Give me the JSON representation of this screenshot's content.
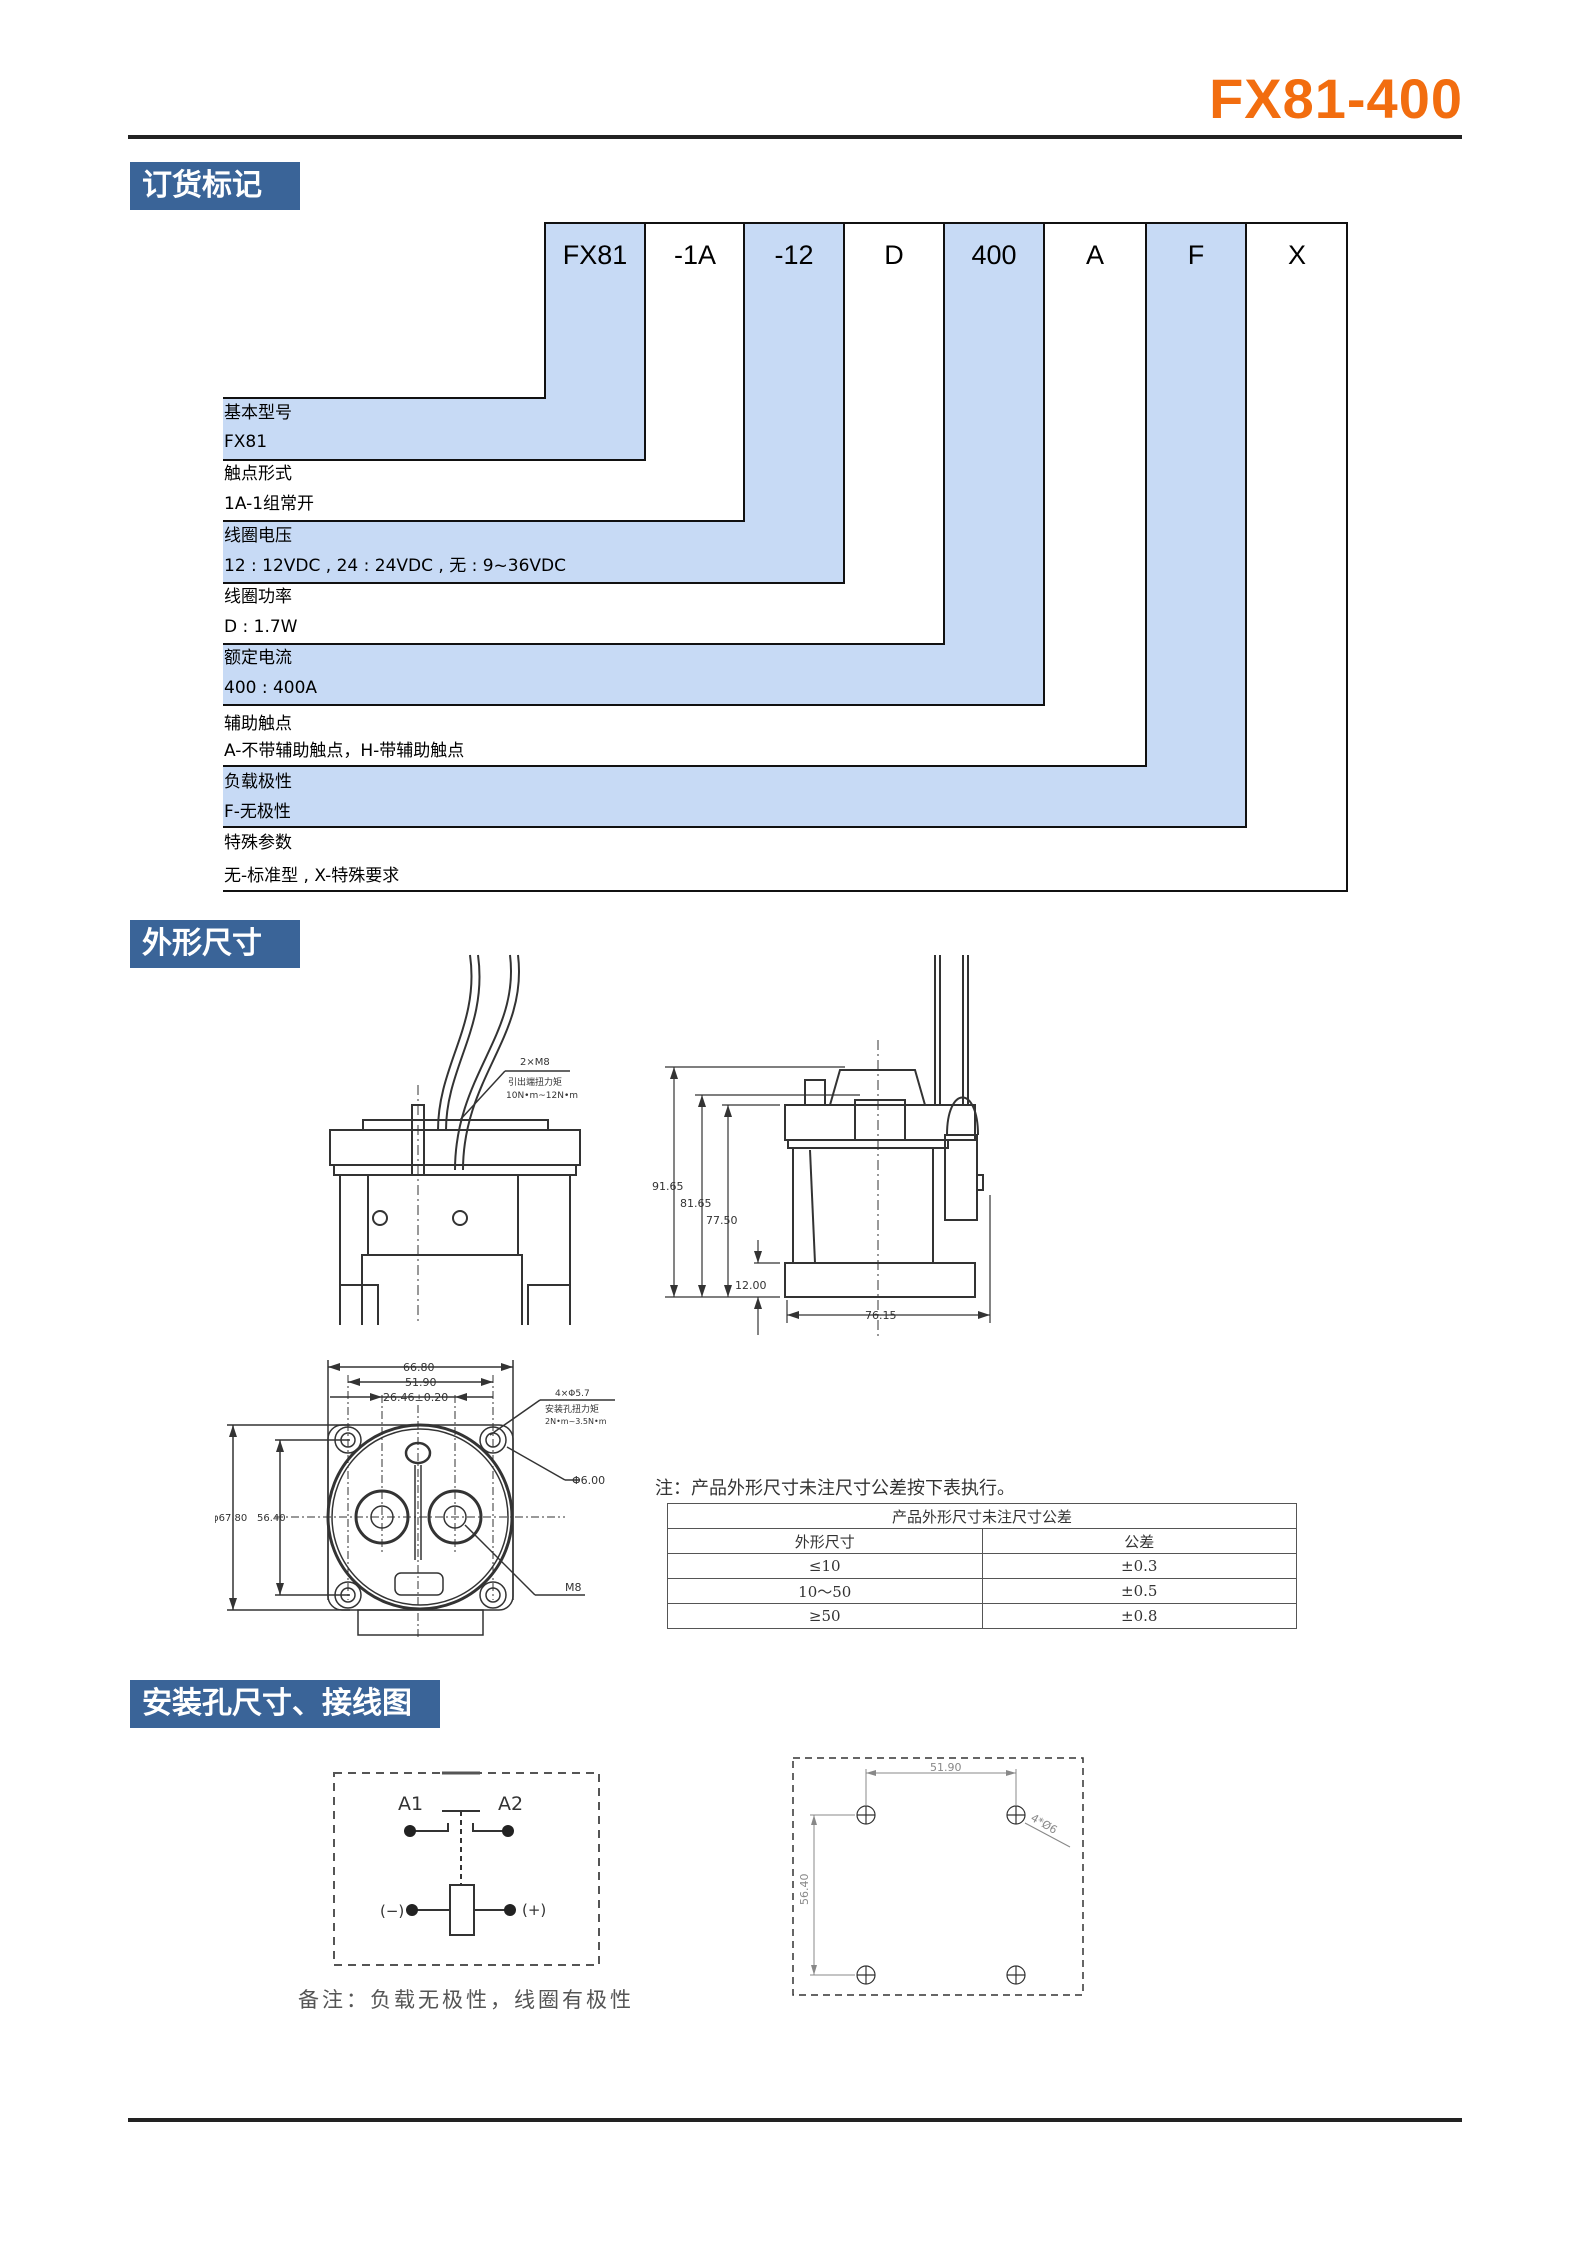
{
  "header": {
    "model_title": "FX81-400",
    "brand_color": "#f26d0f",
    "section_color": "#3a6498",
    "highlight_color": "#c7daf5"
  },
  "sections": {
    "ordering": "订货标记",
    "dimensions": "外形尺寸",
    "mounting_wiring": "安装孔尺寸、接线图"
  },
  "ordering_code": {
    "codes": [
      "FX81",
      "-1A",
      "-12",
      "D",
      "400",
      "A",
      "F",
      "X"
    ],
    "fields": [
      {
        "name": "基本型号",
        "value": "FX81"
      },
      {
        "name": "触点形式",
        "value": "1A-1组常开"
      },
      {
        "name": "线圈电压",
        "value": "12 : 12VDC , 24 : 24VDC , 无 : 9~36VDC"
      },
      {
        "name": "线圈功率",
        "value": "D : 1.7W"
      },
      {
        "name": "额定电流",
        "value": "400 : 400A"
      },
      {
        "name": "辅助触点",
        "value": "A-不带辅助触点，H-带辅助触点"
      },
      {
        "name": "负载极性",
        "value": "F-无极性"
      },
      {
        "name": "特殊参数",
        "value": "无-标准型 , X-特殊要求"
      }
    ]
  },
  "front_view": {
    "callout_qty": "2×M8",
    "callout_line1": "引出端扭力矩",
    "callout_line2": "10N•m~12N•m"
  },
  "side_view": {
    "dims": [
      "91.65",
      "81.65",
      "77.50",
      "12.00",
      "76.15"
    ]
  },
  "bottom_view": {
    "width_outer": "66.80",
    "width_holes": "51.90",
    "terminal_spacing": "26.46±0.20",
    "diameter": "φ67.80",
    "height_holes": "56.40",
    "hole_callout_qty": "4×Φ5.7",
    "hole_callout_line1": "安装孔扭力矩",
    "hole_callout_line2": "2N•m~3.5N•m",
    "hole_dia": "Φ6.00",
    "thread": "M8"
  },
  "tolerance": {
    "note": "注：产品外形尺寸未注尺寸公差按下表执行。",
    "title": "产品外形尺寸未注尺寸公差",
    "headers": [
      "外形尺寸",
      "公差"
    ],
    "rows": [
      [
        "≤10",
        "±0.3"
      ],
      [
        "10～50",
        "±0.5"
      ],
      [
        "≥50",
        "±0.8"
      ]
    ]
  },
  "wiring": {
    "a1": "A1",
    "a2": "A2",
    "neg": "(−)",
    "pos": "(+)",
    "note": "备注：负载无极性，线圈有极性"
  },
  "mounting": {
    "width": "51.90",
    "height": "56.40",
    "holes": "4*Ø6"
  }
}
